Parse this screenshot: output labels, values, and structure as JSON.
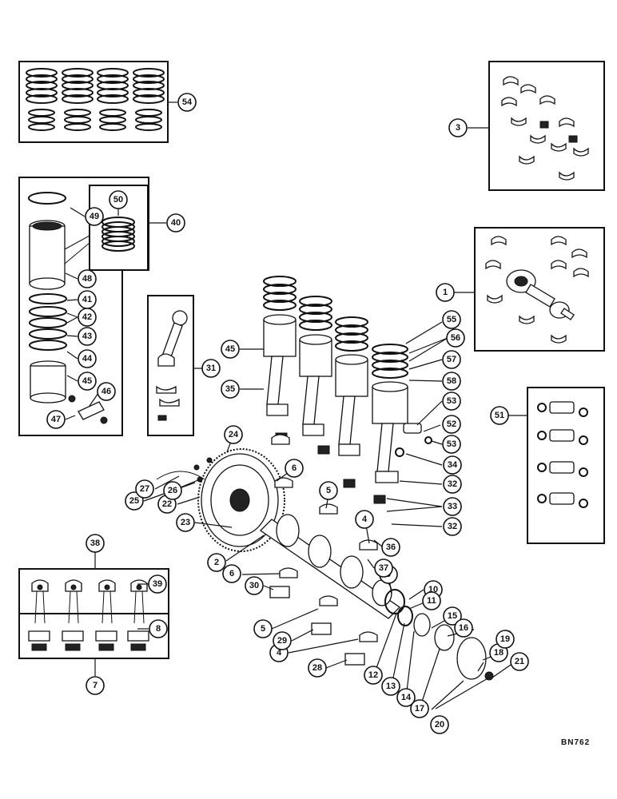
{
  "diagram": {
    "drawing_code": "BN762",
    "callouts": {
      "c1": "1",
      "c2": "2",
      "c3": "3",
      "c4a": "4",
      "c4b": "4",
      "c5a": "5",
      "c5b": "5",
      "c6a": "6",
      "c6b": "6",
      "c7": "7",
      "c8": "8",
      "c9": "9",
      "c10": "10",
      "c11": "11",
      "c12": "12",
      "c13": "13",
      "c14": "14",
      "c15": "15",
      "c16": "16",
      "c17": "17",
      "c18": "18",
      "c19": "19",
      "c20": "20",
      "c21": "21",
      "c22": "22",
      "c23": "23",
      "c24": "24",
      "c25": "25",
      "c26": "26",
      "c27": "27",
      "c28": "28",
      "c29": "29",
      "c30": "30",
      "c31": "31",
      "c32a": "32",
      "c32b": "32",
      "c33": "33",
      "c34": "34",
      "c35": "35",
      "c36": "36",
      "c37": "37",
      "c38": "38",
      "c39": "39",
      "c40": "40",
      "c41": "41",
      "c42": "42",
      "c43": "43",
      "c44": "44",
      "c45a": "45",
      "c45b": "45",
      "c46": "46",
      "c47": "47",
      "c48": "48",
      "c49": "49",
      "c50": "50",
      "c51": "51",
      "c52": "52",
      "c53a": "53",
      "c53b": "53",
      "c54": "54",
      "c55": "55",
      "c56": "56",
      "c57": "57",
      "c58": "58"
    }
  }
}
